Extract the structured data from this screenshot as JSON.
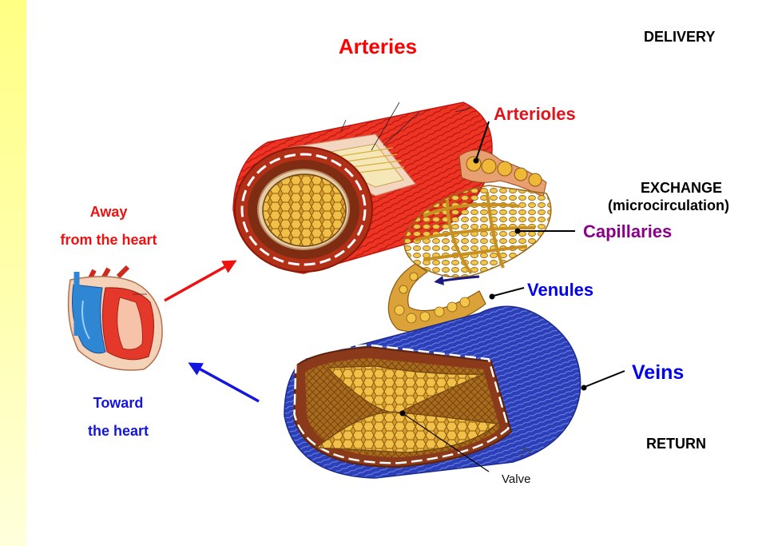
{
  "title": "Arteries",
  "labels": {
    "delivery": "DELIVERY",
    "arterioles": "Arterioles",
    "exchange": "EXCHANGE",
    "microcirculation": "(microcirculation)",
    "capillaries": "Capillaries",
    "venules": "Venules",
    "veins": "Veins",
    "return": "RETURN",
    "away_line1": "Away",
    "away_line2": "from the heart",
    "toward_line1": "Toward",
    "toward_line2": "the heart",
    "valve": "Valve"
  },
  "colors": {
    "artery": "#ff0000",
    "arteriole_text": "#e0141c",
    "capillary_text": "#8b008b",
    "vein": "#0000ee",
    "sidebar": "#ffff99",
    "black_text": "#000000"
  },
  "icons": [
    "heart-illustration",
    "artery-illustration",
    "capillary-network-illustration",
    "vein-illustration",
    "valve-illustration"
  ]
}
